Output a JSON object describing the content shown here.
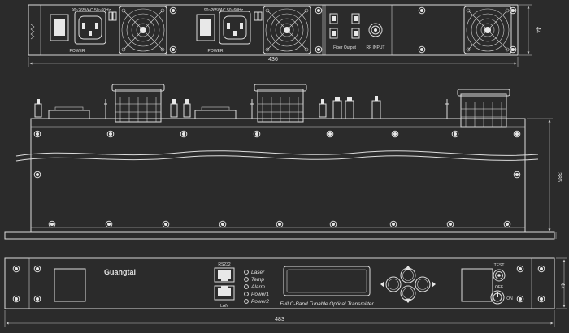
{
  "colors": {
    "background": "#2b2b2b",
    "line": "#dcdcdc"
  },
  "rear_view": {
    "labels": {
      "power_left": "POWER",
      "power_right": "POWER",
      "voltage_left": "90~265VAC 50~60Hz",
      "voltage_right": "90~265VAC 50~60Hz",
      "fiber_output": "Fiber Output",
      "rf_input": "RF INPUT"
    },
    "dims": {
      "width": "436",
      "height": "44"
    }
  },
  "top_view": {
    "dims": {
      "depth": "386"
    }
  },
  "front_view": {
    "brand": "Guangtai",
    "port_rs232": "RS232",
    "port_lan": "LAN",
    "leds": [
      "Laser",
      "Temp",
      "Alarm",
      "Power1",
      "Power2"
    ],
    "product_name": "Full C-Band Tunable Optical Transmitter",
    "test_label": "TEST",
    "off_label": "OFF",
    "on_label": "ON",
    "dims": {
      "width": "483",
      "height": "44"
    }
  }
}
